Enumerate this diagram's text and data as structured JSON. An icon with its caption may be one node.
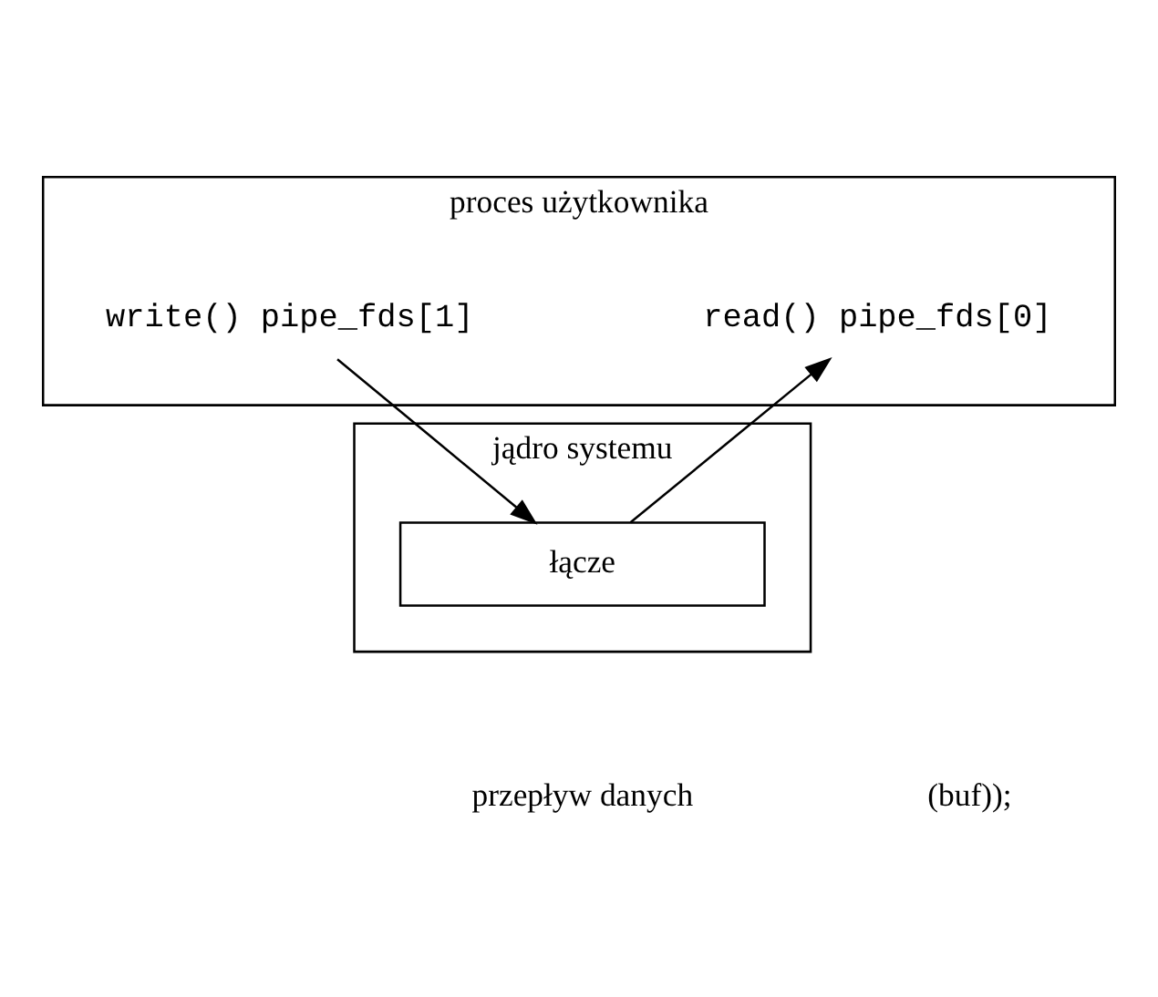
{
  "diagram": {
    "nodes": [
      {
        "text": [
          "proces użytkownika"
        ]
      },
      {
        "text": [
          "read() pipe_fds[0]"
        ],
        "in": 0
      },
      {
        "text": [
          "write() pipe_fds[1]"
        ],
        "in": 0
      },
      {
        "text": [
          "jądro systemu"
        ]
      },
      {
        "text": [
          "łącze"
        ],
        "in": 3
      }
    ],
    "edges": [
      {
        "from": 4,
        "to": 1,
        "arrow": "to"
      },
      {
        "from": 2,
        "to": 4,
        "arrow": "to"
      }
    ],
    "labels": [
      "przepływ danych",
      "(buf));"
    ]
  }
}
